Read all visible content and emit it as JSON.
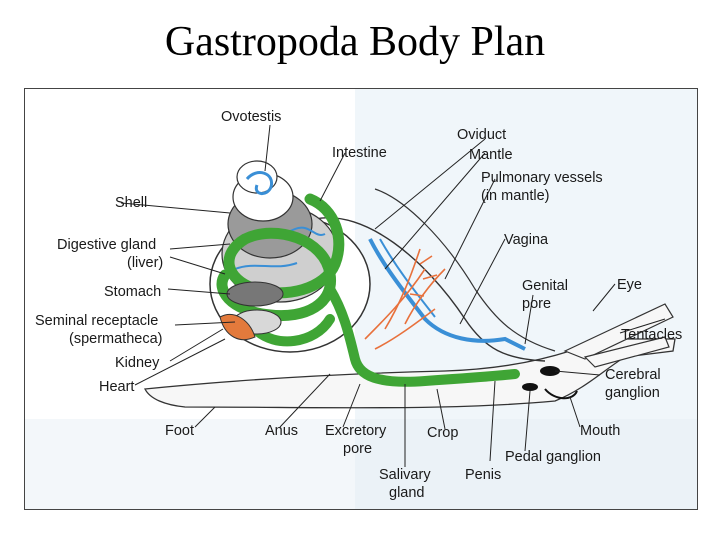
{
  "title": "Gastropoda Body Plan",
  "colors": {
    "intestine": "#3fa535",
    "vessels": "#e8713c",
    "oviduct": "#3a8fd6",
    "shell_gray": "#8c8c8c",
    "kidney": "#e37a3c",
    "background_wash": "#d9e8f2"
  },
  "labels": {
    "ovotestis": "Ovotestis",
    "intestine": "Intestine",
    "oviduct": "Oviduct",
    "mantle": "Mantle",
    "pulmonary_1": "Pulmonary vessels",
    "pulmonary_2": "(in mantle)",
    "shell": "Shell",
    "digestive_1": "Digestive gland",
    "digestive_2": "(liver)",
    "vagina": "Vagina",
    "genital_1": "Genital",
    "genital_2": "pore",
    "eye": "Eye",
    "stomach": "Stomach",
    "seminal_1": "Seminal receptacle",
    "seminal_2": "(spermatheca)",
    "tentacles": "Tentacles",
    "kidney": "Kidney",
    "heart": "Heart",
    "cerebral_1": "Cerebral",
    "cerebral_2": "ganglion",
    "foot": "Foot",
    "anus": "Anus",
    "excretory_1": "Excretory",
    "excretory_2": "pore",
    "crop": "Crop",
    "mouth": "Mouth",
    "pedal": "Pedal ganglion",
    "salivary_1": "Salivary",
    "salivary_2": "gland",
    "penis": "Penis"
  }
}
